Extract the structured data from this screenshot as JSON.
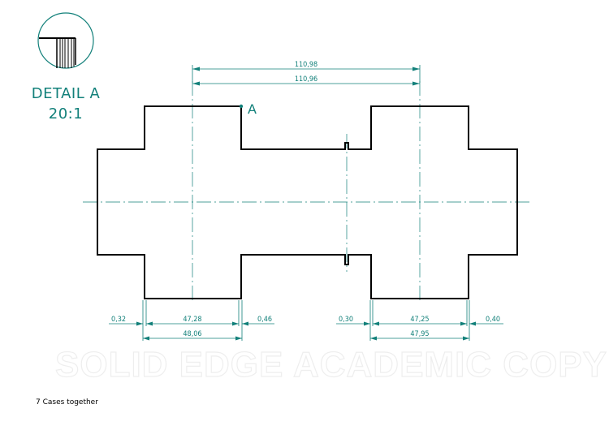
{
  "detail": {
    "title": "DETAIL A",
    "scale": "20:1",
    "marker": "A"
  },
  "dimensions": {
    "top_overall_1": "110,98",
    "top_overall_2": "110,96",
    "left_gap": "0,32",
    "left_inner": "47,28",
    "left_gap_right": "0,46",
    "left_outer": "48,06",
    "right_gap": "0,30",
    "right_inner": "47,25",
    "right_gap_right": "0,40",
    "right_outer": "47,95"
  },
  "watermark": "SOLID EDGE ACADEMIC COPY",
  "footnote": "7 Cases together",
  "colors": {
    "annotation": "#12807a",
    "outline": "#000000",
    "watermark": "#eeeeee"
  }
}
